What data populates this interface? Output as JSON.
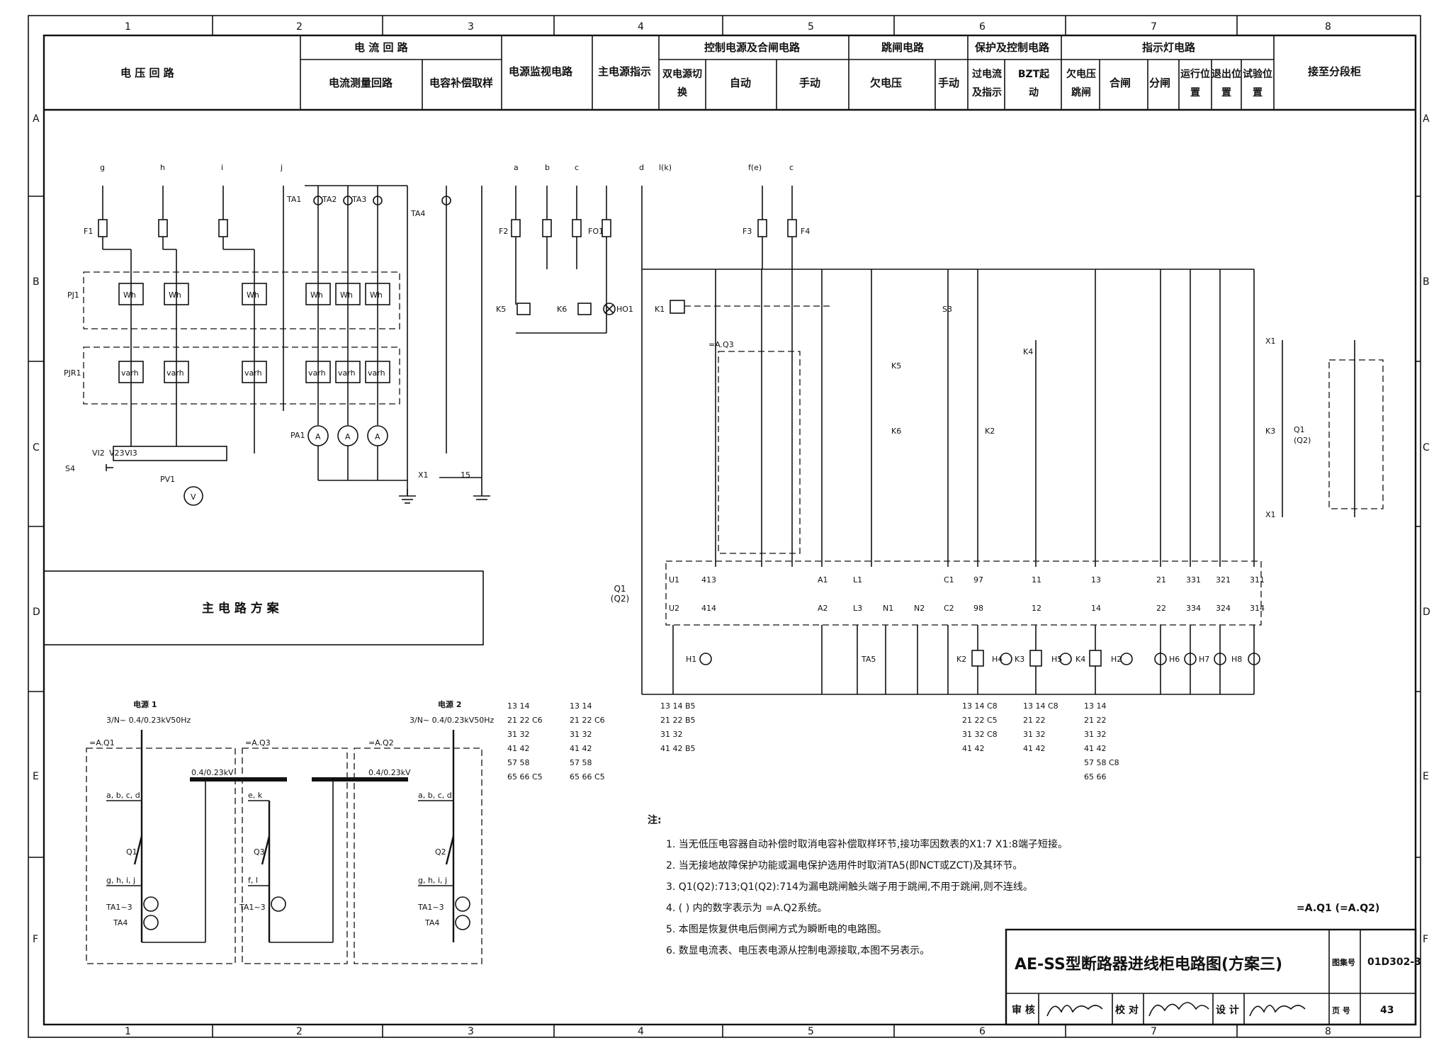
{
  "zone_cols": [
    "1",
    "2",
    "3",
    "4",
    "5",
    "6",
    "7",
    "8"
  ],
  "zone_rows": [
    "A",
    "B",
    "C",
    "D",
    "E",
    "F"
  ],
  "header": {
    "voltage_loop": "电 压 回 路",
    "current_loop": "电 流 回 路",
    "current_measure": "电流测量回路",
    "capacitor_sampling": "电容补偿取样",
    "power_monitor": "电源监视电路",
    "main_power_indicator": "主电源指示",
    "control_power_closing": "控制电源及合闸电路",
    "dual_source_switch": "双电源切换",
    "auto": "自动",
    "manual": "手动",
    "trip_circuit": "跳闸电路",
    "undervoltage": "欠电压",
    "trip_manual": "手动",
    "protection_control": "保护及控制电路",
    "overcurrent_indication": "过电流及指示",
    "bzt_start": "BZT起动",
    "indicator_lamp_circuit": "指示灯电路",
    "undervoltage_trip": "欠电压跳闸",
    "closing": "合闸",
    "opening": "分闸",
    "run_position": "运行位置",
    "exit_position": "退出位置",
    "test_position": "试验位置",
    "to_section_cabinet": "接至分段柜"
  },
  "main_circuit_label": "主 电 路 方 案",
  "sources": {
    "source1": "电源 1",
    "source1_spec": "3/N~ 0.4/0.23kV50Hz",
    "source2": "电源 2",
    "source2_spec": "3/N~ 0.4/0.23kV50Hz",
    "bus_voltage": "0.4/0.23kV",
    "aq1": "=A.Q1",
    "aq2": "=A.Q2",
    "aq3": "=A.Q3"
  },
  "notes": {
    "title": "注:",
    "items": [
      "1. 当无低压电容器自动补偿时取消电容补偿取样环节,接功率因数表的X1:7  X1:8端子短接。",
      "2. 当无接地故障保护功能或漏电保护选用件时取消TA5(即NCT或ZCT)及其环节。",
      "3. Q1(Q2):713;Q1(Q2):714为漏电跳闸触头端子用于跳闸,不用于跳闸,则不连线。",
      "4. (  ) 内的数字表示为 =A.Q2系统。",
      "5. 本图是恢复供电后倒闸方式为瞬断电的电路图。",
      "6. 数显电流表、电压表电源从控制电源接取,本图不另表示。"
    ]
  },
  "aq_note": "=A.Q1 (=A.Q2)",
  "title_block": {
    "title": "AE-SS型断路器进线柜电路图(方案三)",
    "atlas_label": "图集号",
    "atlas_no": "01D302-3",
    "review": "审 核",
    "check": "校 对",
    "design": "设 计",
    "page_label": "页 号",
    "page_no": "43"
  },
  "q_label": "Q1\n(Q2)"
}
